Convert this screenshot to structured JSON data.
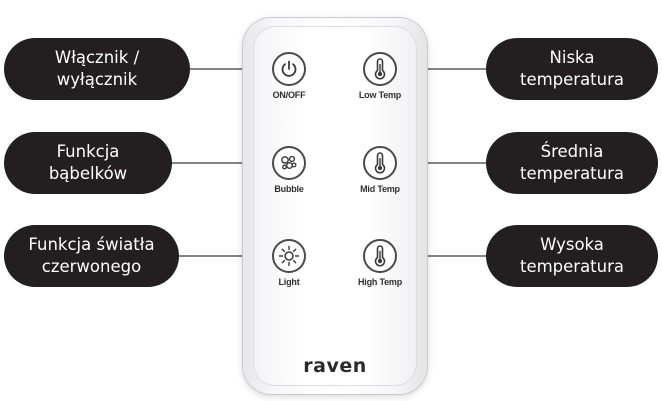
{
  "brand": "raven",
  "buttons": {
    "onoff": {
      "label": "ON/OFF",
      "icon": "power-icon"
    },
    "low_temp": {
      "label": "Low Temp",
      "icon": "thermometer-icon"
    },
    "bubble": {
      "label": "Bubble",
      "icon": "bubbles-icon"
    },
    "mid_temp": {
      "label": "Mid Temp",
      "icon": "thermometer-icon"
    },
    "light": {
      "label": "Light",
      "icon": "sun-icon"
    },
    "high_temp": {
      "label": "High Temp",
      "icon": "thermometer-icon"
    }
  },
  "callouts": {
    "onoff": {
      "line1": "Włącznik /",
      "line2": "wyłącznik"
    },
    "low_temp": {
      "line1": "Niska",
      "line2": "temperatura"
    },
    "bubble": {
      "line1": "Funkcja",
      "line2": "bąbelków"
    },
    "mid_temp": {
      "line1": "Średnia",
      "line2": "temperatura"
    },
    "light": {
      "line1": "Funkcja światła",
      "line2": "czerwonego"
    },
    "high_temp": {
      "line1": "Wysoka",
      "line2": "temperatura"
    }
  },
  "colors": {
    "callout_bg": "#231f20",
    "callout_text": "#ffffff",
    "button_border": "#4a4a4a",
    "connector": "#3a3a3a"
  }
}
